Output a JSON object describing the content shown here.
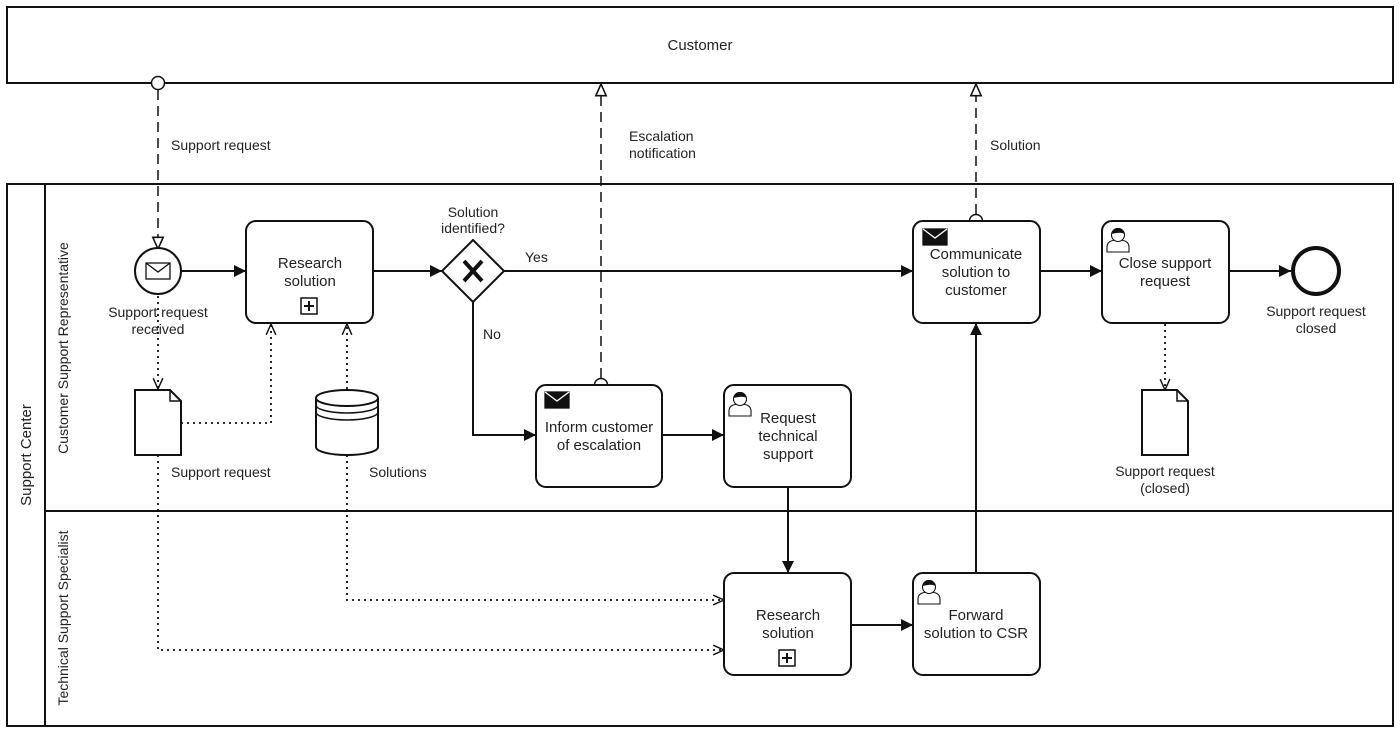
{
  "pools": {
    "customer": "Customer",
    "support_center": "Support Center"
  },
  "lanes": {
    "csr": "Customer Support Representative",
    "tss": "Technical Support Specialist"
  },
  "message_flows": {
    "support_request": "Support request",
    "escalation": [
      "Escalation",
      "notification"
    ],
    "solution": "Solution"
  },
  "events": {
    "start": [
      "Support request",
      "received"
    ],
    "end": [
      "Support request",
      "closed"
    ]
  },
  "tasks": {
    "research_csr": [
      "Research",
      "solution"
    ],
    "communicate": [
      "Communicate",
      "solution to",
      "customer"
    ],
    "close": [
      "Close support",
      "request"
    ],
    "inform": [
      "Inform customer",
      "of escalation"
    ],
    "request_tech": [
      "Request",
      "technical",
      "support"
    ],
    "research_tss": [
      "Research",
      "solution"
    ],
    "forward": [
      "Forward",
      "solution to CSR"
    ]
  },
  "gateway": {
    "label": [
      "Solution",
      "identified?"
    ],
    "yes": "Yes",
    "no": "No"
  },
  "artifacts": {
    "doc_request": "Support request",
    "datastore": "Solutions",
    "doc_closed": [
      "Support request",
      "(closed)"
    ]
  },
  "colors": {
    "stroke": "#111111",
    "background": "#ffffff"
  }
}
